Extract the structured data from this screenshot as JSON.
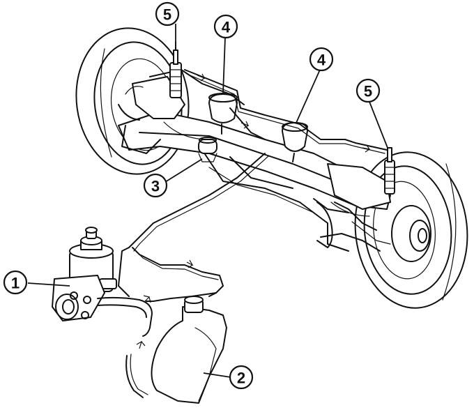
{
  "callouts": [
    {
      "id": "c1",
      "number": "1"
    },
    {
      "id": "c2",
      "number": "2"
    },
    {
      "id": "c3",
      "number": "3"
    },
    {
      "id": "c4a",
      "number": "4"
    },
    {
      "id": "c4b",
      "number": "4"
    },
    {
      "id": "c5a",
      "number": "5"
    },
    {
      "id": "c5b",
      "number": "5"
    }
  ]
}
